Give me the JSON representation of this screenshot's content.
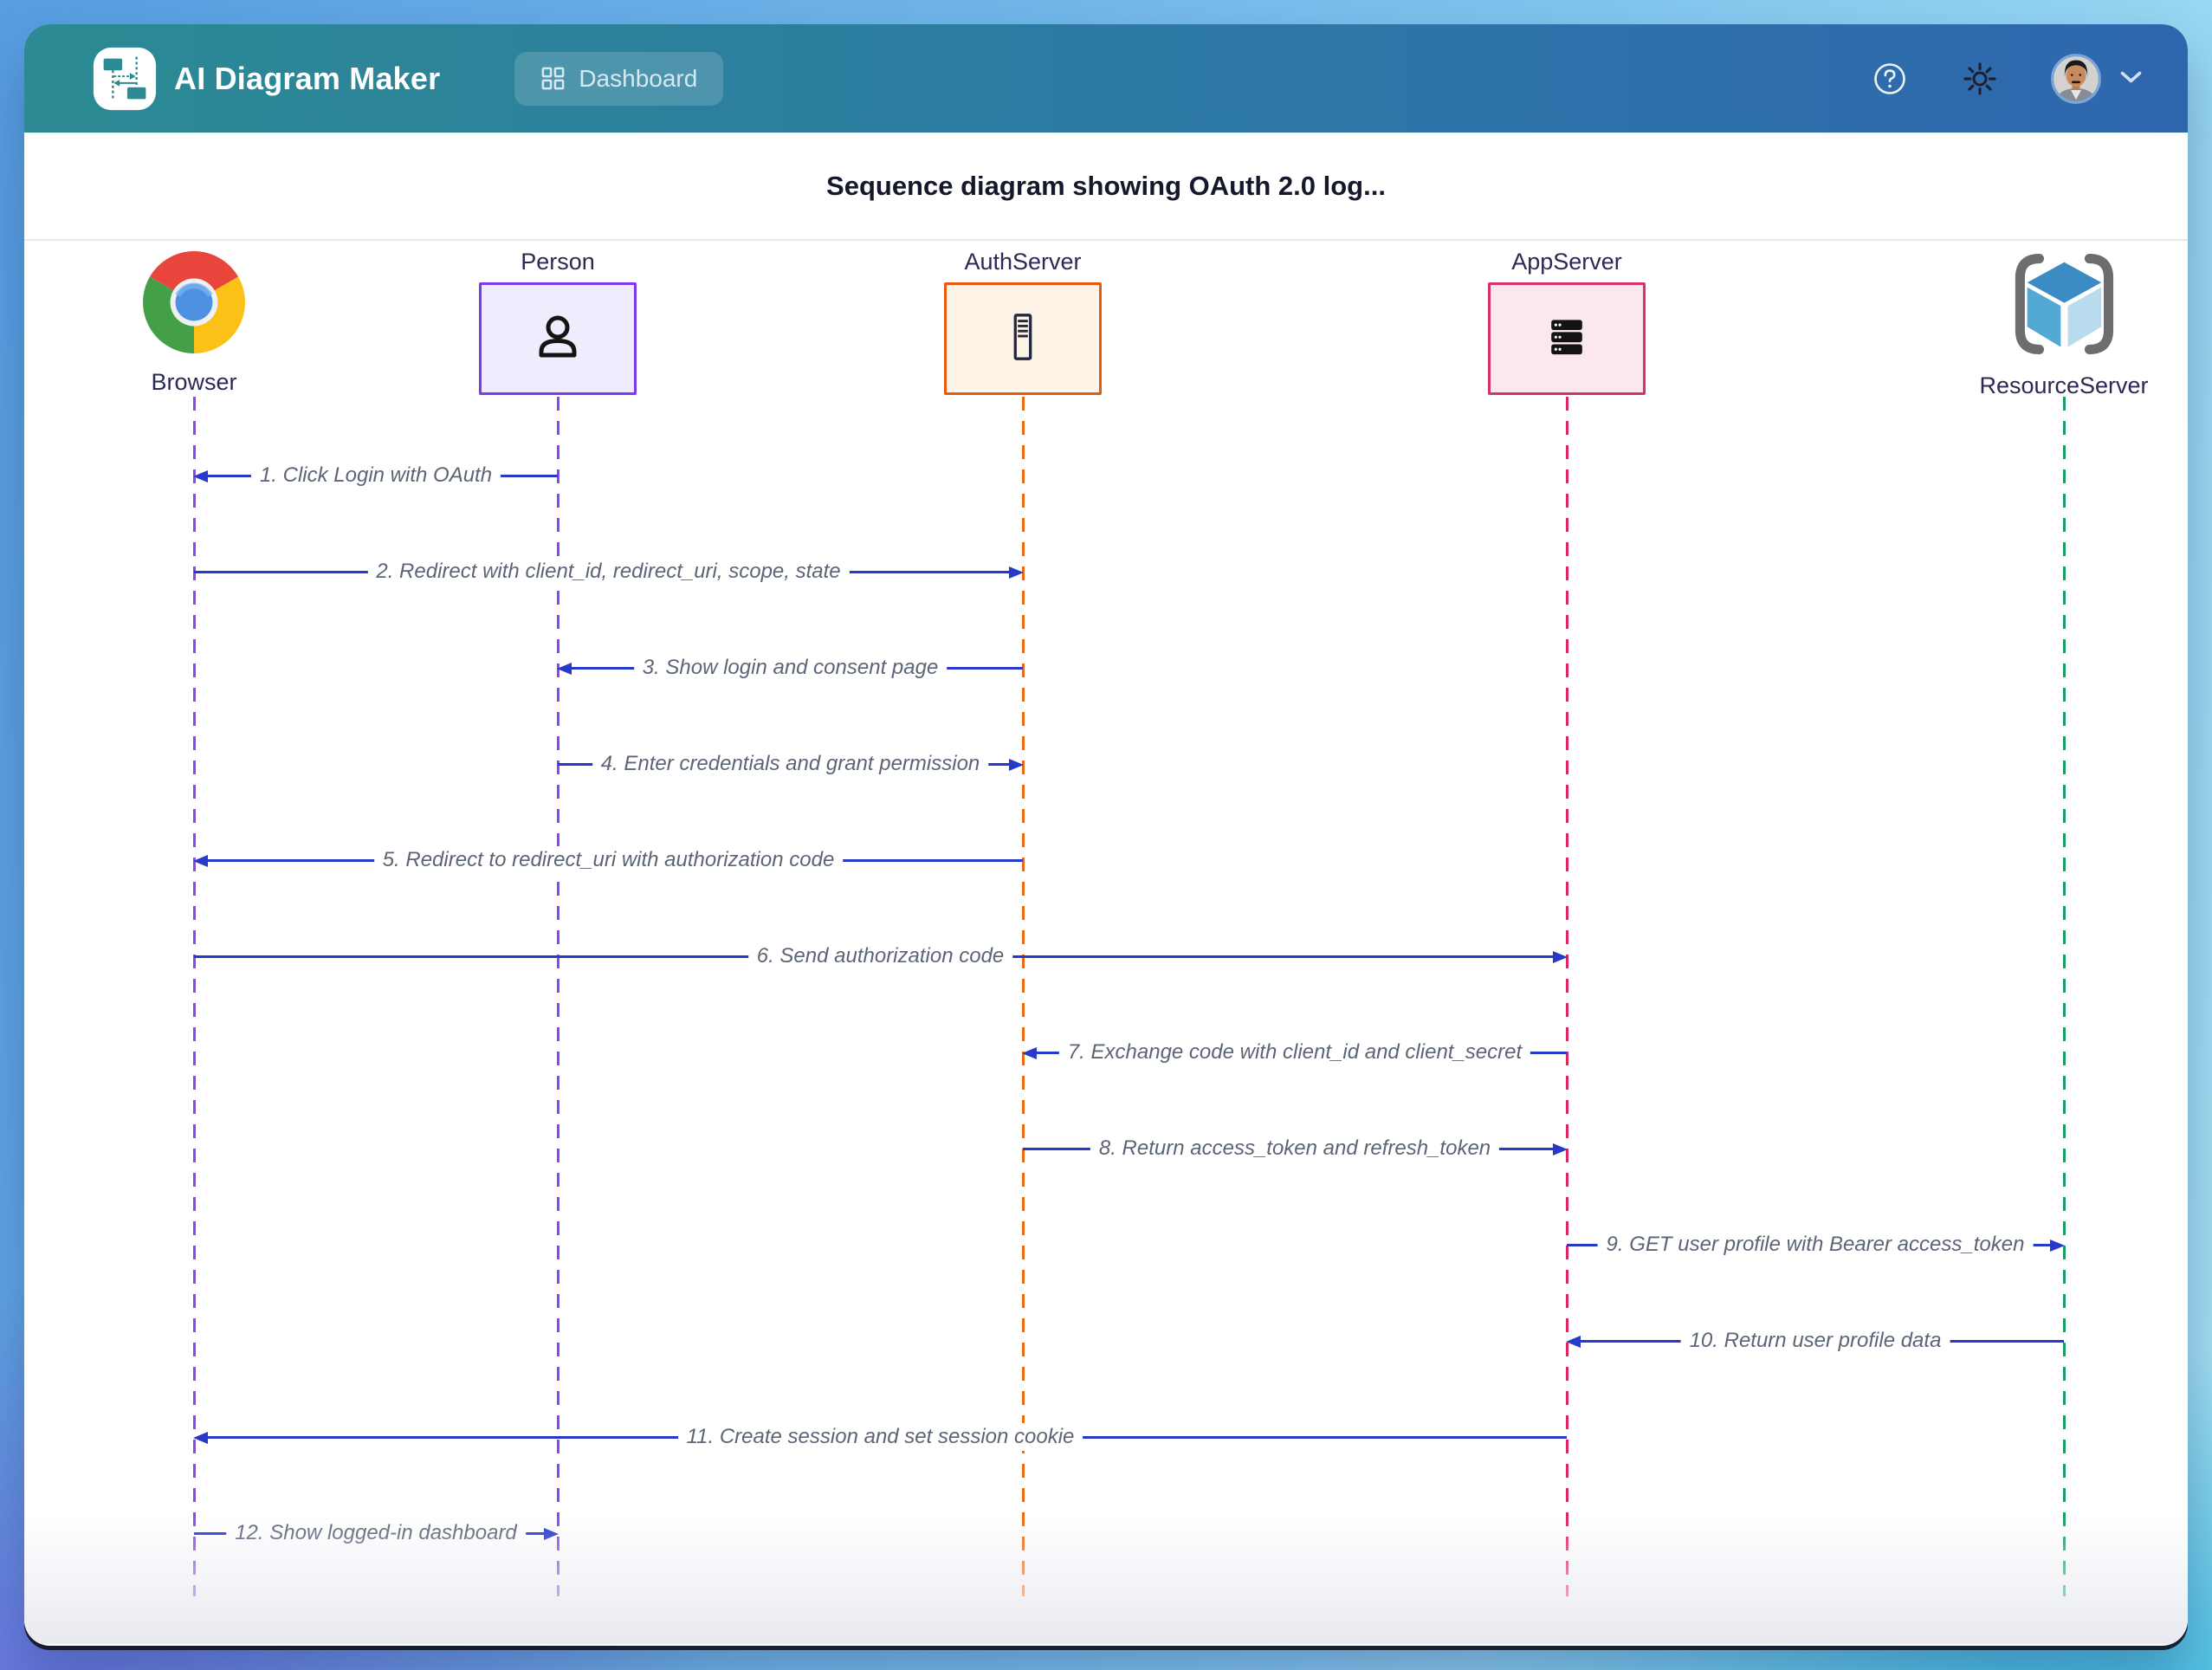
{
  "app": {
    "name": "AI Diagram Maker",
    "logo_icon": "sequence-diagram-logo-icon",
    "nav": {
      "dashboard": "Dashboard",
      "dashboard_icon": "grid-icon"
    },
    "header_icons": {
      "help": "circle-question-icon",
      "theme": "sun-icon",
      "user": "avatar-photo",
      "user_menu": "chevron-down-icon"
    },
    "header_colors": {
      "left": "#2b8a93",
      "right": "#2e66ae"
    }
  },
  "diagram": {
    "type": "sequence",
    "title": "Sequence diagram showing OAuth 2.0 log...",
    "colors": {
      "message_line": "#2639c8",
      "message_text": "#5b6577"
    },
    "actors": [
      {
        "id": "Browser",
        "label": "Browser",
        "icon": "chrome-browser-icon",
        "style": "image",
        "lifeline_color": "#8b46f0"
      },
      {
        "id": "Person",
        "label": "Person",
        "icon": "person-icon",
        "style": "box",
        "border": "#7c3aed",
        "fill": "#f1ecfd",
        "lifeline_color": "#8b46f0"
      },
      {
        "id": "AuthServer",
        "label": "AuthServer",
        "icon": "server-tower-icon",
        "style": "box",
        "border": "#e8590c",
        "fill": "#fdf3e7",
        "lifeline_color": "#f1690d"
      },
      {
        "id": "AppServer",
        "label": "AppServer",
        "icon": "server-stack-icon",
        "style": "box",
        "border": "#d6336c",
        "fill": "#fbe7f0",
        "lifeline_color": "#e0265e"
      },
      {
        "id": "ResourceServer",
        "label": "ResourceServer",
        "icon": "cube-api-icon",
        "style": "image",
        "lifeline_color": "#18a05f"
      }
    ],
    "messages": [
      {
        "num": 1,
        "from": "Person",
        "to": "Browser",
        "label": "1. Click Login with OAuth"
      },
      {
        "num": 2,
        "from": "Browser",
        "to": "AuthServer",
        "label": "2. Redirect with client_id, redirect_uri, scope, state"
      },
      {
        "num": 3,
        "from": "AuthServer",
        "to": "Person",
        "label": "3. Show login and consent page"
      },
      {
        "num": 4,
        "from": "Person",
        "to": "AuthServer",
        "label": "4. Enter credentials and grant permission"
      },
      {
        "num": 5,
        "from": "AuthServer",
        "to": "Browser",
        "label": "5. Redirect to redirect_uri with authorization code"
      },
      {
        "num": 6,
        "from": "Browser",
        "to": "AppServer",
        "label": "6. Send authorization code"
      },
      {
        "num": 7,
        "from": "AppServer",
        "to": "AuthServer",
        "label": "7. Exchange code with client_id and client_secret"
      },
      {
        "num": 8,
        "from": "AuthServer",
        "to": "AppServer",
        "label": "8. Return access_token and refresh_token"
      },
      {
        "num": 9,
        "from": "AppServer",
        "to": "ResourceServer",
        "label": "9. GET user profile with Bearer access_token"
      },
      {
        "num": 10,
        "from": "ResourceServer",
        "to": "AppServer",
        "label": "10. Return user profile data"
      },
      {
        "num": 11,
        "from": "AppServer",
        "to": "Browser",
        "label": "11. Create session and set session cookie"
      },
      {
        "num": 12,
        "from": "Browser",
        "to": "Person",
        "label": "12. Show logged-in dashboard"
      }
    ]
  }
}
